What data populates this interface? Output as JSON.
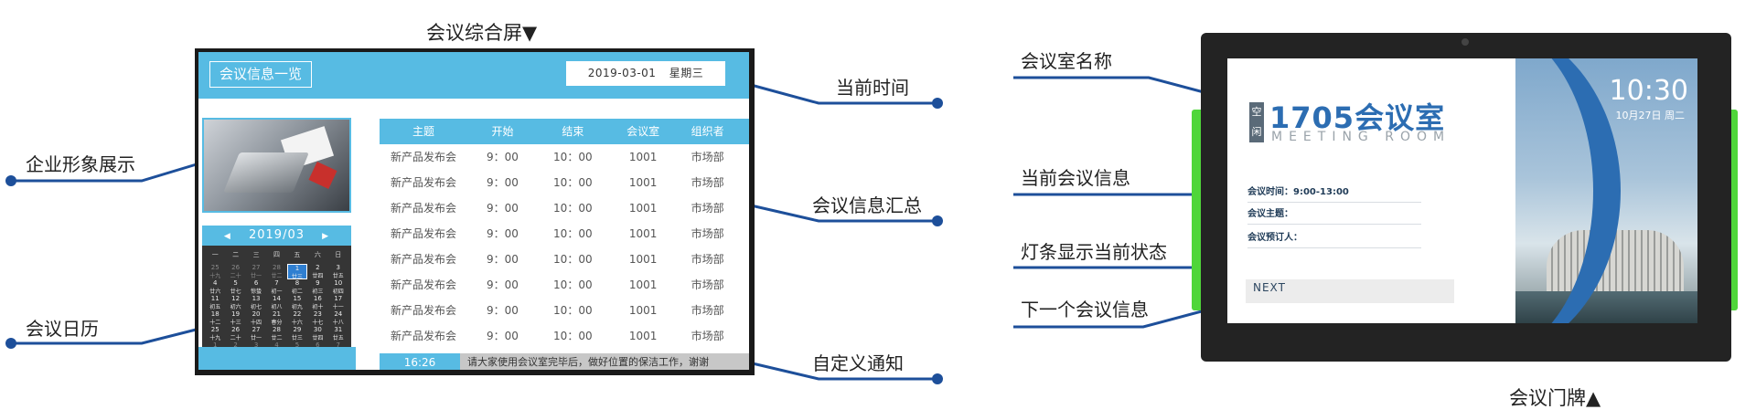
{
  "captions": {
    "screen_title": "会议综合屏▼",
    "doorplate_title": "会议门牌▲"
  },
  "callouts": {
    "current_time": "当前时间",
    "corporate_image": "企业形象展示",
    "meeting_summary": "会议信息汇总",
    "meeting_calendar": "会议日历",
    "custom_notice": "自定义通知",
    "room_name": "会议室名称",
    "current_meeting": "当前会议信息",
    "light_bar": "灯条显示当前状态",
    "next_meeting": "下一个会议信息"
  },
  "screen": {
    "header_title": "会议信息一览",
    "date": "2019-03-01",
    "weekday": "星期三",
    "calendar": {
      "month": "2019/03",
      "prev": "◀",
      "next": "▶",
      "weekdays": [
        "一",
        "二",
        "三",
        "四",
        "五",
        "六",
        "日"
      ],
      "days": [
        {
          "n": "25",
          "s": "十九",
          "dim": true
        },
        {
          "n": "26",
          "s": "二十",
          "dim": true
        },
        {
          "n": "27",
          "s": "廿一",
          "dim": true
        },
        {
          "n": "28",
          "s": "廿二",
          "dim": true
        },
        {
          "n": "1",
          "s": "廿三",
          "sel": true
        },
        {
          "n": "2",
          "s": "廿四"
        },
        {
          "n": "3",
          "s": "廿五"
        },
        {
          "n": "4",
          "s": "廿六"
        },
        {
          "n": "5",
          "s": "廿七"
        },
        {
          "n": "6",
          "s": "惊蛰"
        },
        {
          "n": "7",
          "s": "初一"
        },
        {
          "n": "8",
          "s": "初二"
        },
        {
          "n": "9",
          "s": "初三"
        },
        {
          "n": "10",
          "s": "初四"
        },
        {
          "n": "11",
          "s": "初五"
        },
        {
          "n": "12",
          "s": "初六"
        },
        {
          "n": "13",
          "s": "初七"
        },
        {
          "n": "14",
          "s": "初八"
        },
        {
          "n": "15",
          "s": "初九"
        },
        {
          "n": "16",
          "s": "初十"
        },
        {
          "n": "17",
          "s": "十一"
        },
        {
          "n": "18",
          "s": "十二"
        },
        {
          "n": "19",
          "s": "十三"
        },
        {
          "n": "20",
          "s": "十四"
        },
        {
          "n": "21",
          "s": "春分"
        },
        {
          "n": "22",
          "s": "十六"
        },
        {
          "n": "23",
          "s": "十七"
        },
        {
          "n": "24",
          "s": "十八"
        },
        {
          "n": "25",
          "s": "十九"
        },
        {
          "n": "26",
          "s": "二十"
        },
        {
          "n": "27",
          "s": "廿一"
        },
        {
          "n": "28",
          "s": "廿二"
        },
        {
          "n": "29",
          "s": "廿三"
        },
        {
          "n": "30",
          "s": "廿四"
        },
        {
          "n": "31",
          "s": "廿五"
        },
        {
          "n": "1",
          "s": "廿六",
          "dim": true
        },
        {
          "n": "2",
          "s": "廿七",
          "dim": true
        },
        {
          "n": "3",
          "s": "廿八",
          "dim": true
        },
        {
          "n": "4",
          "s": "廿九",
          "dim": true
        },
        {
          "n": "5",
          "s": "三十",
          "dim": true
        },
        {
          "n": "6",
          "s": "初一",
          "dim": true
        },
        {
          "n": "7",
          "s": "初二",
          "dim": true
        }
      ]
    },
    "table": {
      "headers": [
        "主题",
        "开始",
        "结束",
        "会议室",
        "组织者"
      ],
      "rows": [
        [
          "新产品发布会",
          "9：00",
          "10：00",
          "1001",
          "市场部"
        ],
        [
          "新产品发布会",
          "9：00",
          "10：00",
          "1001",
          "市场部"
        ],
        [
          "新产品发布会",
          "9：00",
          "10：00",
          "1001",
          "市场部"
        ],
        [
          "新产品发布会",
          "9：00",
          "10：00",
          "1001",
          "市场部"
        ],
        [
          "新产品发布会",
          "9：00",
          "10：00",
          "1001",
          "市场部"
        ],
        [
          "新产品发布会",
          "9：00",
          "10：00",
          "1001",
          "市场部"
        ],
        [
          "新产品发布会",
          "9：00",
          "10：00",
          "1001",
          "市场部"
        ],
        [
          "新产品发布会",
          "9：00",
          "10：00",
          "1001",
          "市场部"
        ]
      ]
    },
    "footer_time": "16:26",
    "notice": "请大家使用会议室完毕后，做好位置的保洁工作，谢谢"
  },
  "doorplate": {
    "status": "空闲",
    "room_name": "1705会议室",
    "room_name_en": "MEETING ROOM",
    "clock": "10:30",
    "date": "10月27日 周二",
    "meeting_time_label": "会议时间：9:00-13:00",
    "meeting_topic_label": "会议主题：",
    "booker_label": "会议预订人：",
    "next_label": "NEXT"
  },
  "colors": {
    "accent_blue": "#57bbe3",
    "brand_blue": "#2c6db2",
    "line_blue": "#1d4f9a",
    "light_green": "#4fd63a"
  }
}
